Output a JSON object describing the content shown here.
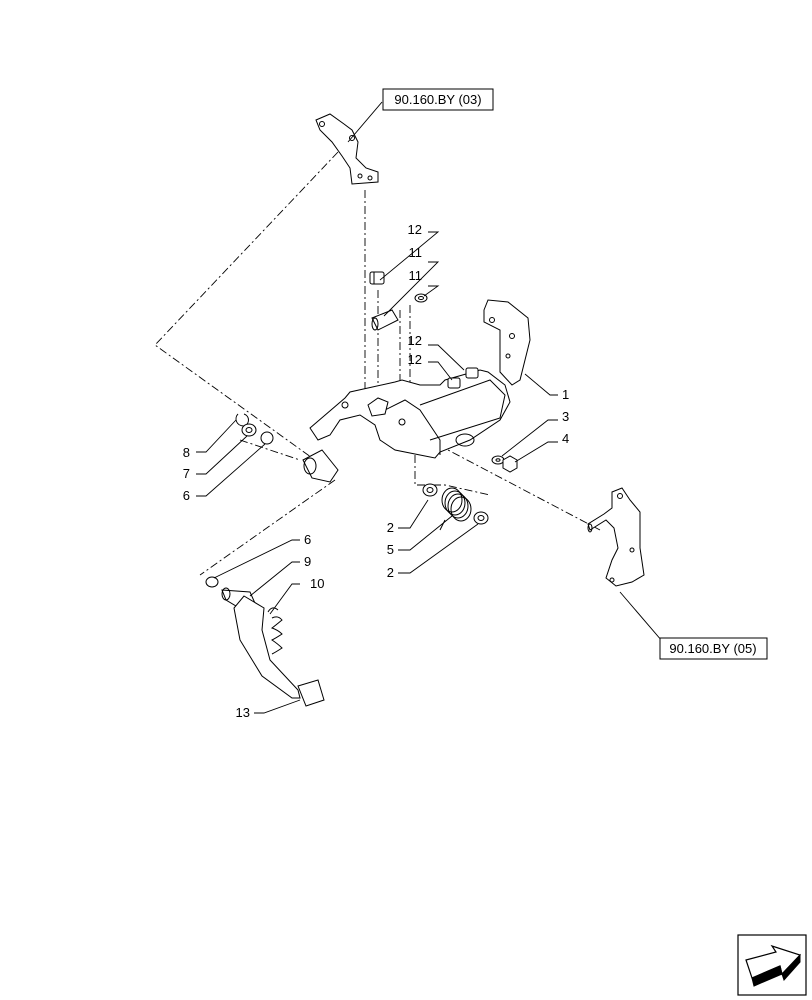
{
  "refs": {
    "top": "90.160.BY (03)",
    "right": "90.160.BY (05)"
  },
  "callouts": {
    "c1": "1",
    "c2a": "2",
    "c2b": "2",
    "c3": "3",
    "c4": "4",
    "c5": "5",
    "c6a": "6",
    "c6b": "6",
    "c7": "7",
    "c8": "8",
    "c9": "9",
    "c10": "10",
    "c11a": "11",
    "c11b": "11",
    "c12a": "12",
    "c12b": "12",
    "c12c": "12",
    "c13": "13"
  },
  "icons": {
    "nav": "next-page-arrow-icon"
  }
}
